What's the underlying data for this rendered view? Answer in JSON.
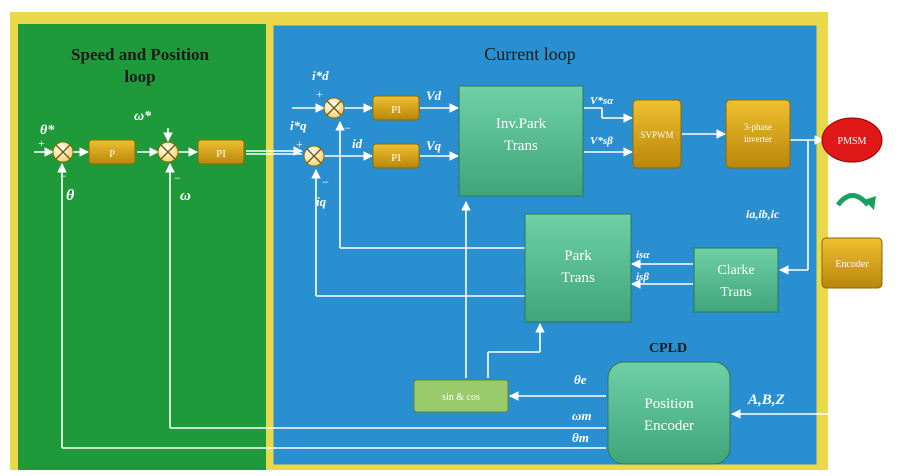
{
  "sections": {
    "speed": {
      "title_line1": "Speed and Position",
      "title_line2": "loop"
    },
    "current": {
      "title": "Current loop"
    },
    "cpld": "CPLD"
  },
  "blocks": {
    "p": "P",
    "pi_speed": "PI",
    "pi_d": "PI",
    "pi_q": "PI",
    "invpark_line1": "Inv.Park",
    "invpark_line2": "Trans",
    "svpwm": "SVPWM",
    "inverter_line1": "3-phase",
    "inverter_line2": "inverter",
    "pmsm": "PMSM",
    "encoder": "Encoder",
    "park_line1": "Park",
    "park_line2": "Trans",
    "clarke_line1": "Clarke",
    "clarke_line2": "Trans",
    "sincos": "sin & cos",
    "posenc_line1": "Position",
    "posenc_line2": "Encoder"
  },
  "signals": {
    "theta_ref": "θ*",
    "theta_fb": "θ",
    "omega_ref": "ω*",
    "omega_fb": "ω",
    "id_ref": "i*d",
    "iq_ref": "i*q",
    "id_fb": "id",
    "iq_fb": "iq",
    "vd": "Vd",
    "vq": "Vq",
    "valpha": "V*sα",
    "vbeta": "V*sβ",
    "ialpha": "isα",
    "ibeta": "isβ",
    "iabc": "ia,ib,ic",
    "theta_e": "θe",
    "omega_m": "ωm",
    "theta_m": "θm",
    "abz": "A,B,Z"
  },
  "colors": {
    "speed_bg": "#1f9a3a",
    "current_bg": "#2a8fd0",
    "frame": "#e8d84a",
    "gold_block": "#d4a017",
    "teal_block": "#4fb88f",
    "pmsm": "#e01818",
    "sincos": "#9acb6a"
  }
}
